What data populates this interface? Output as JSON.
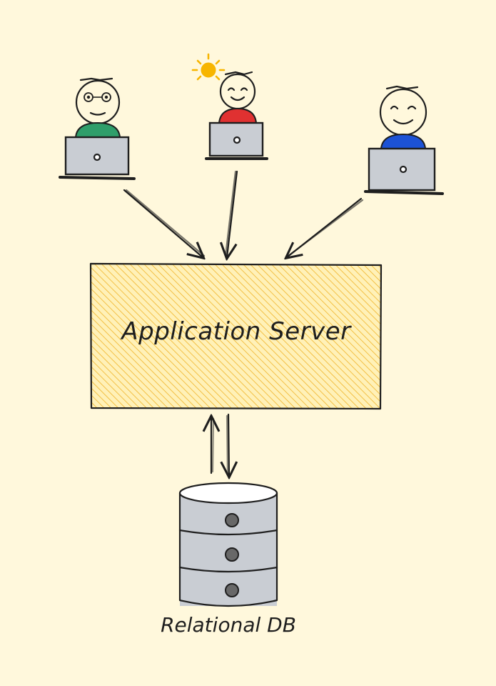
{
  "server": {
    "label": "Application Server",
    "fill": "#f7c948"
  },
  "database": {
    "label": "Relational DB",
    "fill": "#c9cdd3"
  },
  "users": [
    {
      "shirt": "#2f9e6a",
      "face": "glasses"
    },
    {
      "shirt": "#e03131",
      "face": "smile",
      "idea": "lightbulb-icon"
    },
    {
      "shirt": "#1c52d6",
      "face": "happy"
    }
  ],
  "colors": {
    "background": "#fff8dc",
    "stroke": "#1e1e1e",
    "laptop": "#c9cdd3",
    "bulb": "#f7b500"
  }
}
